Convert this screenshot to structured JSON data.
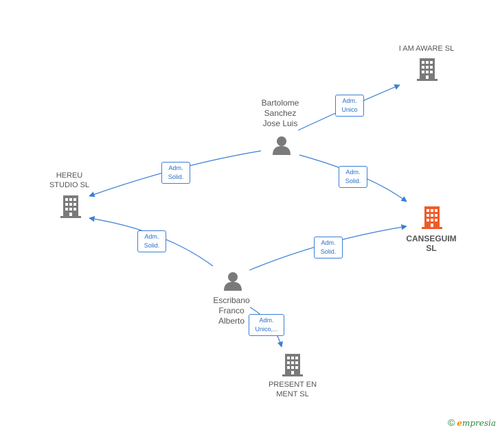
{
  "colors": {
    "edge": "#3a7fd5",
    "company": "#7a7a7a",
    "company_main": "#f05a28",
    "person": "#7a7a7a"
  },
  "companies": {
    "i_am_aware": "I AM AWARE  SL",
    "hereu": "HEREU\nSTUDIO  SL",
    "canseguim": "CANSEGUIM\nSL",
    "present": "PRESENT EN\nMENT  SL"
  },
  "persons": {
    "bartolome": "Bartolome\nSanchez\nJose Luis",
    "escribano": "Escribano\nFranco\nAlberto"
  },
  "edges": {
    "bart_iam": "Adm.\nUnico",
    "bart_hereu": "Adm.\nSolid.",
    "bart_cans": "Adm.\nSolid.",
    "esc_hereu": "Adm.\nSolid.",
    "esc_cans": "Adm.\nSolid.",
    "esc_present": "Adm.\nUnico,..."
  },
  "brand": {
    "copyright": "©",
    "e": "e",
    "rest": "mpresia"
  }
}
